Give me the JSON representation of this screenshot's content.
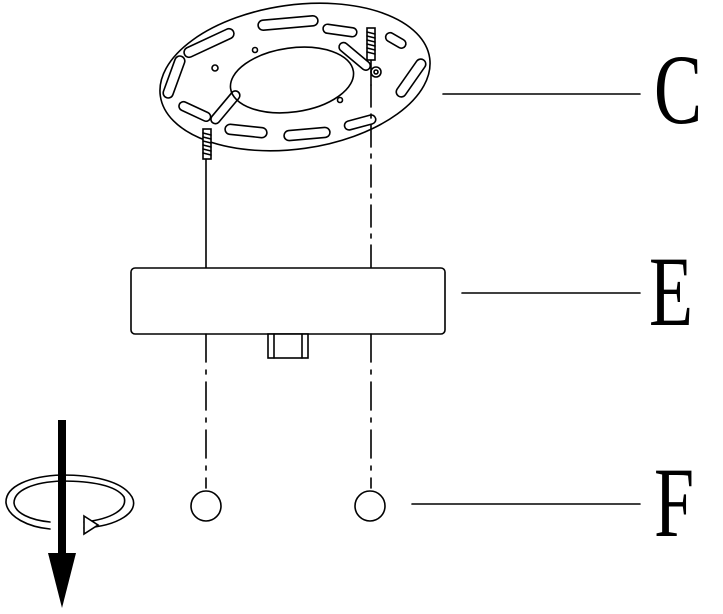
{
  "labels": {
    "plate": "C",
    "canopy": "E",
    "nuts": "F"
  },
  "colors": {
    "line": "#000000",
    "background": "#ffffff",
    "nut_fill": "#ffffff"
  },
  "icons": {
    "rotation": "rotate-arrow-icon",
    "direction": "down-arrow-icon"
  }
}
